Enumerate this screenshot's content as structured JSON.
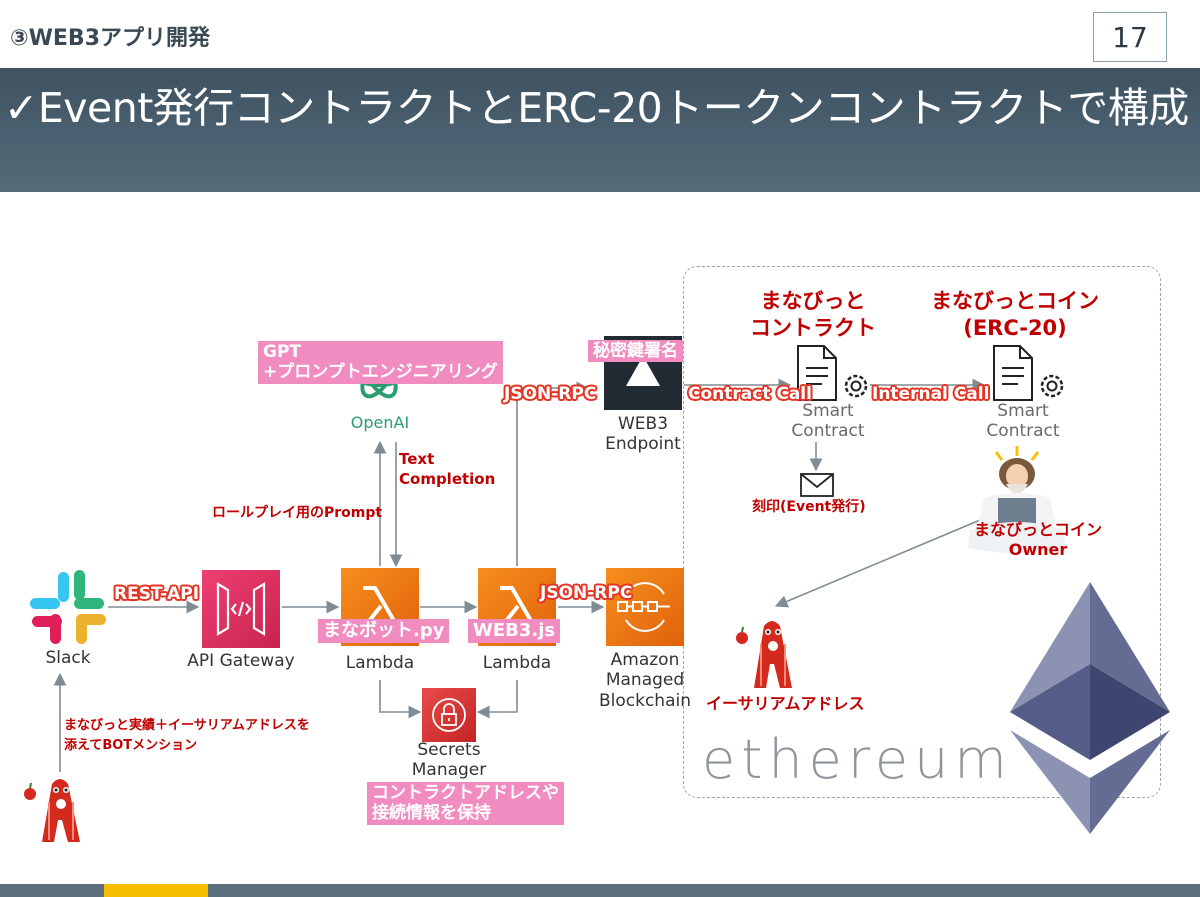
{
  "header": {
    "section": "③WEB3アプリ開発",
    "page_number": "17",
    "title": "✓Event発行コントラクトとERC-20トークンコントラクトで構成"
  },
  "nodes": {
    "slack": "Slack",
    "api_gateway": "API Gateway",
    "lambda1": "Lambda",
    "lambda2": "Lambda",
    "openai": "OpenAI",
    "secrets_manager": [
      "Secrets",
      "Manager"
    ],
    "amb": [
      "Amazon",
      "Managed",
      "Blockchain"
    ],
    "web3_endpoint": [
      "WEB3",
      "Endpoint"
    ],
    "smart_contract1": [
      "Smart",
      "Contract"
    ],
    "smart_contract2": [
      "Smart",
      "Contract"
    ],
    "ethereum_wordmark": "ethereum"
  },
  "tags": {
    "gpt_prompt": [
      "GPT",
      "+プロンプトエンジニアリング"
    ],
    "manabot": "まなボット.py",
    "web3js": "WEB3.js",
    "private_key": "秘密鍵署名",
    "secrets_note": [
      "コントラクトアドレスや",
      "接続情報を保持"
    ]
  },
  "arrow_labels": {
    "rest_api": "REST-API",
    "json_rpc_1": "JSON-RPC",
    "json_rpc_2": "JSON-RPC",
    "contract_call": "Contract Call",
    "internal_call": "Internal Call"
  },
  "annotations": {
    "text_completion": [
      "Text",
      "Completion"
    ],
    "roleplay_prompt": "ロールプレイ用のPrompt",
    "mention": [
      "まなびっと実績＋イーサリアムアドレスを",
      "添えてBOTメンション"
    ],
    "contract1_title": [
      "まなびっと",
      "コントラクト"
    ],
    "contract2_title": [
      "まなびっとコイン",
      "(ERC-20)"
    ],
    "event_stamp": "刻印(Event発行)",
    "coin_owner": [
      "まなびっとコイン",
      "Owner"
    ],
    "eth_address": "イーサリアムアドレス"
  },
  "colors": {
    "title_bar": "#4b6070",
    "tag_pink": "#f08cc0",
    "annotation_red": "#c00000",
    "arrow_gray": "#7f8c94",
    "lambda_orange": "#f07f12",
    "api_gateway_pink": "#e3306c",
    "secrets_red": "#dd3333",
    "accent_yellow": "#f6c000"
  }
}
